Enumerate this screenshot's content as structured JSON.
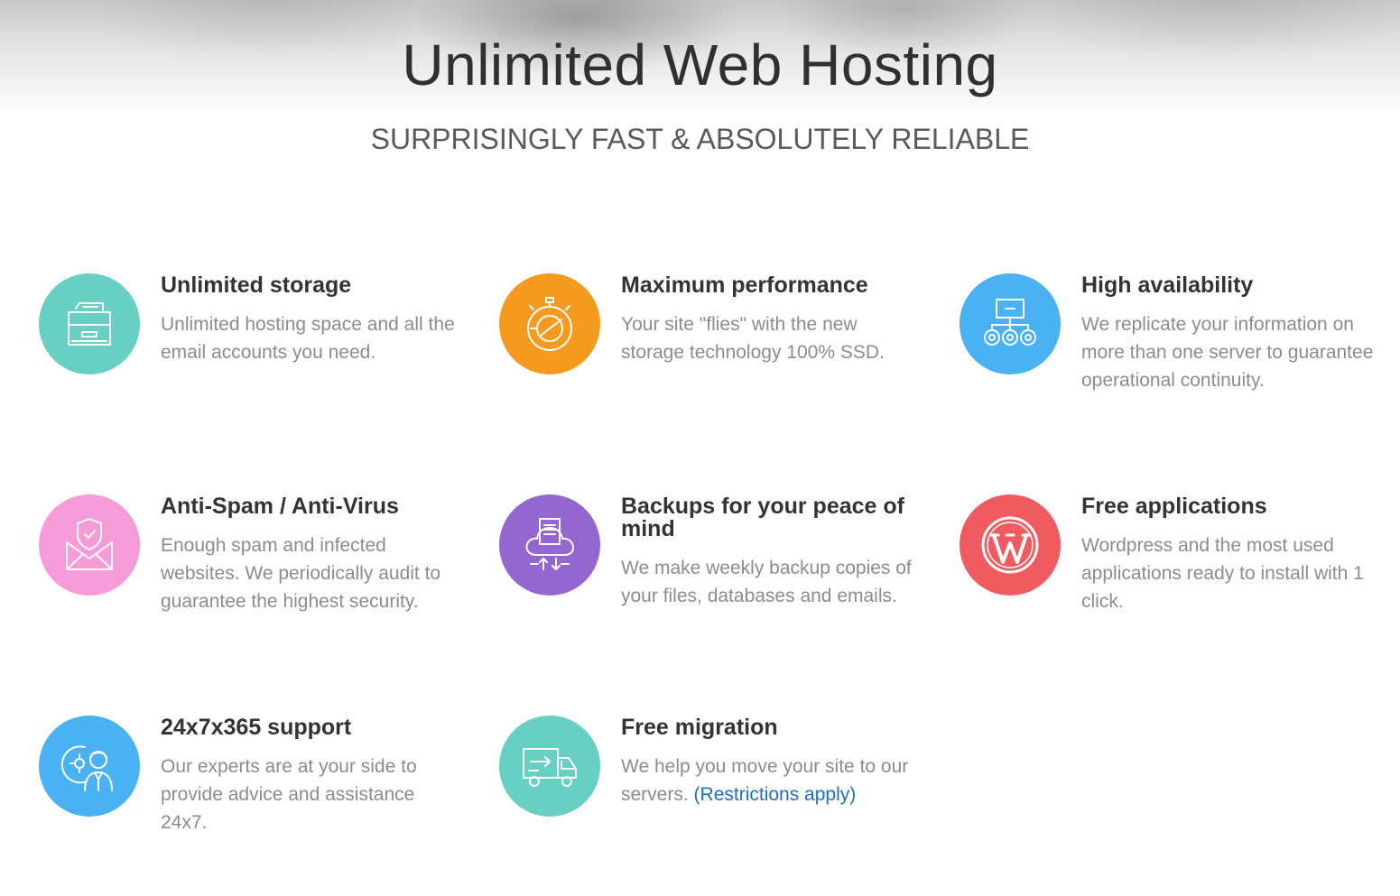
{
  "header": {
    "title": "Unlimited Web Hosting",
    "subtitle": "SURPRISINGLY FAST & ABSOLUTELY RELIABLE"
  },
  "colors": {
    "teal": "#68cfc3",
    "orange": "#f49a1f",
    "blue": "#4ab2f2",
    "pink": "#f59bd8",
    "purple": "#9466cf",
    "red": "#ef5b5f",
    "link": "#1f6fc6"
  },
  "features": [
    {
      "title": "Unlimited storage",
      "description": "Unlimited hosting space and all the email accounts you need.",
      "icon": "storage-drawer-icon",
      "color": "#68cfc3"
    },
    {
      "title": "Maximum performance",
      "description": "Your site \"flies\" with the new storage technology 100% SSD.",
      "icon": "stopwatch-icon",
      "color": "#f49a1f"
    },
    {
      "title": "High availability",
      "description": "We replicate your information on more than one server to guarantee operational continuity.",
      "icon": "server-network-icon",
      "color": "#4ab2f2"
    },
    {
      "title": "Anti-Spam / Anti-Virus",
      "description": "Enough spam and infected websites. We periodically audit to guarantee the highest security.",
      "icon": "shield-envelope-icon",
      "color": "#f59bd8"
    },
    {
      "title": "Backups for your peace of mind",
      "description": "We make weekly backup copies of your files, databases and emails.",
      "icon": "cloud-backup-icon",
      "color": "#9466cf"
    },
    {
      "title": "Free applications",
      "description": "Wordpress and the most used applications ready to install with 1 click.",
      "icon": "wordpress-icon",
      "color": "#ef5b5f"
    },
    {
      "title": "24x7x365 support",
      "description": "Our experts are at your side to provide advice and assistance 24x7.",
      "icon": "support-agent-icon",
      "color": "#4ab2f2"
    },
    {
      "title": "Free migration",
      "description": "We help you move your site to our servers.",
      "link_text": "(Restrictions apply)",
      "icon": "moving-truck-icon",
      "color": "#68cfc3"
    }
  ]
}
